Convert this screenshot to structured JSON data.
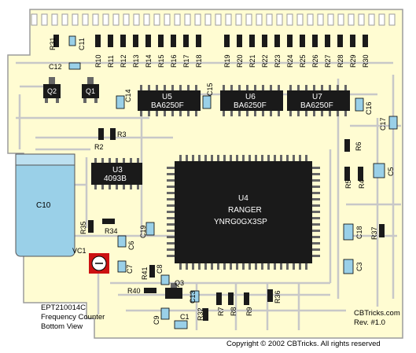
{
  "colors": {
    "board": "#fffcd2",
    "trace": "#c8c8c8",
    "solder": "#ffffff",
    "ic_body": "#1a1a1a",
    "pin": "#666666",
    "cap_blue": "#9ad0e8",
    "pot_red": "#cc1111"
  },
  "chips": [
    {
      "id": "U5",
      "lines": [
        "U5",
        "BA6250F"
      ]
    },
    {
      "id": "U6",
      "lines": [
        "U6",
        "BA6250F"
      ]
    },
    {
      "id": "U7",
      "lines": [
        "U7",
        "BA6250F"
      ]
    },
    {
      "id": "U3",
      "lines": [
        "U3",
        "4093B"
      ]
    },
    {
      "id": "U4",
      "lines": [
        "U4",
        "RANGER",
        "YNRG0GX3SP"
      ]
    }
  ],
  "transistors": [
    "Q2",
    "Q1",
    "Q3"
  ],
  "resistors_top": [
    "R10",
    "R11",
    "R12",
    "R13",
    "R14",
    "R15",
    "R16",
    "R17",
    "R18",
    "R19",
    "R20",
    "R21",
    "R22",
    "R23",
    "R24",
    "R25",
    "R26",
    "R27",
    "R28",
    "R29",
    "R30"
  ],
  "labels": {
    "R31": "R31",
    "C11": "C11",
    "C12": "C12",
    "C14": "C14",
    "C15": "C15",
    "C16": "C16",
    "C17": "C17",
    "R2": "R2",
    "R3": "R3",
    "R6": "R6",
    "C5": "C5",
    "R5": "R5",
    "R4": "R4",
    "C10": "C10",
    "R35": "R35",
    "R34": "R34",
    "C19": "C19",
    "C6": "C6",
    "C18": "C18",
    "R37": "R37",
    "VC1": "VC1",
    "C7": "C7",
    "R41": "R41",
    "C8": "C8",
    "Q3": "Q3",
    "R40": "R40",
    "C13": "C13",
    "R32": "R32",
    "R7": "R7",
    "R8": "R8",
    "R9": "R9",
    "R36": "R36",
    "C9": "C9",
    "C1": "C1"
  },
  "caption": {
    "line1": "EPT210014C",
    "line2": "Frequency Counter",
    "line3": "Bottom View"
  },
  "site": {
    "name": "CBTricks.com",
    "rev": "Rev. #1.0"
  },
  "copyright": "Copyright © 2002 CBTricks. All rights reserved"
}
